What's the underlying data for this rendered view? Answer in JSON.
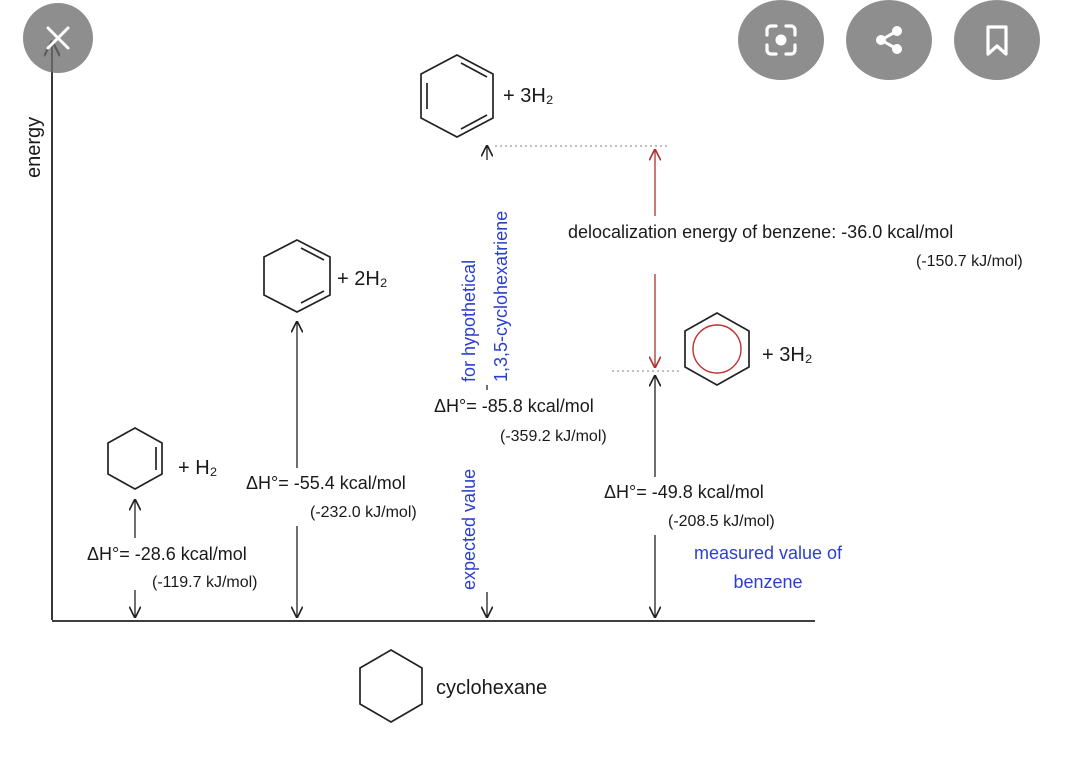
{
  "overlay": {
    "close_icon": "close-icon",
    "scan_icon": "scan-icon",
    "share_icon": "share-icon",
    "bookmark_icon": "bookmark-icon"
  },
  "diagram": {
    "axis_label": "energy",
    "cyclohexene_reagent": "+ H₂",
    "cyclohexene_dh": "ΔH°= -28.6 kcal/mol",
    "cyclohexene_dh_kj": "(-119.7 kJ/mol)",
    "diene_reagent": "+ 2H₂",
    "diene_dh": "ΔH°= -55.4 kcal/mol",
    "diene_dh_kj": "(-232.0 kJ/mol)",
    "triene_reagent": "+ 3H₂",
    "triene_dh": "ΔH°= -85.8 kcal/mol",
    "triene_dh_kj": "(-359.2 kJ/mol)",
    "triene_note_line1": "for  hypothetical",
    "triene_note_line2": "1,3,5-cyclohexatriene",
    "triene_note_line3": "expected value",
    "benzene_reagent": "+ 3H₂",
    "benzene_dh": "ΔH°= -49.8 kcal/mol",
    "benzene_dh_kj": "(-208.5 kJ/mol)",
    "benzene_note_line1": "measured value of",
    "benzene_note_line2": "benzene",
    "deloc_line1": "delocalization energy of benzene: -36.0 kcal/mol",
    "deloc_line2": "(-150.7 kJ/mol)",
    "product_label": "cyclohexane"
  }
}
